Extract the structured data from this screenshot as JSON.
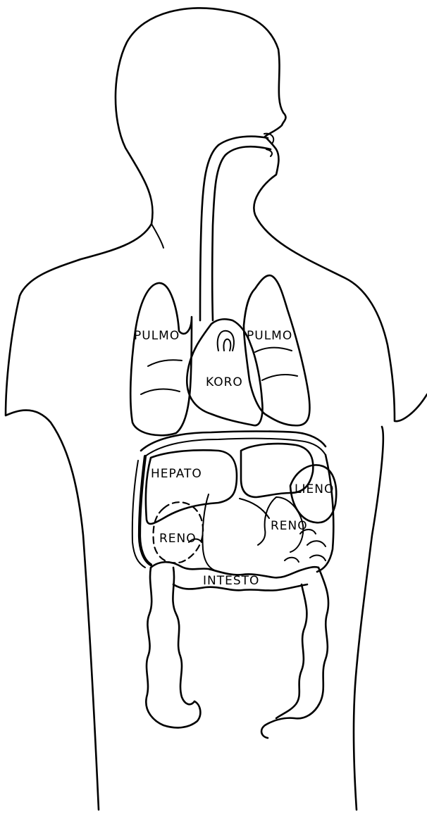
{
  "labels": {
    "lung_right": "PULMO",
    "lung_left": "PULMO",
    "heart": "KORO",
    "liver": "HEPATO",
    "spleen": "LIENO",
    "kidney_right": "RENO",
    "kidney_left": "RENO",
    "intestine": "INTESTO"
  },
  "colors": {
    "ink": "#000000",
    "paper": "#ffffff"
  }
}
